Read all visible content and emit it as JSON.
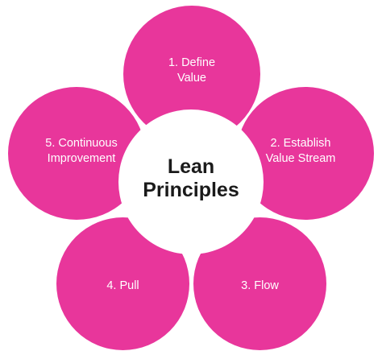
{
  "colors": {
    "petal": "#e8369b",
    "center_fill": "#ffffff",
    "center_text": "#1a1a1a",
    "petal_text": "#ffffff"
  },
  "center": {
    "title": "Lean\nPrinciples"
  },
  "petals": [
    {
      "label": "1. Define\nValue"
    },
    {
      "label": "2. Establish\nValue Stream"
    },
    {
      "label": "3. Flow"
    },
    {
      "label": "4. Pull"
    },
    {
      "label": "5. Continuous\nImprovement"
    }
  ]
}
